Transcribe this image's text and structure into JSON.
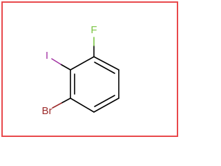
{
  "molecule": {
    "atoms": {
      "fluorine": {
        "label": "F",
        "color": "#7ac443"
      },
      "iodine": {
        "label": "I",
        "color": "#a233a2"
      },
      "bromine": {
        "label": "Br",
        "color": "#9c2a2a"
      }
    },
    "bond_color": "#000000",
    "frame_color": "#e8474a"
  }
}
